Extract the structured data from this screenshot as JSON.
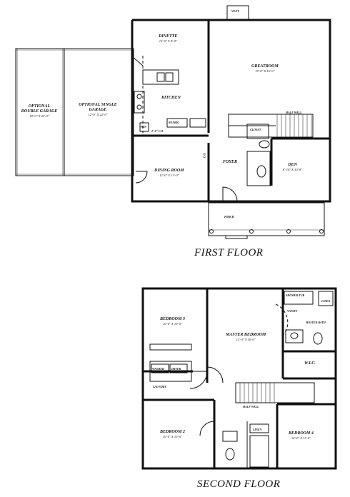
{
  "first_floor": {
    "title": "FIRST FLOOR",
    "rooms": {
      "dinette": {
        "name": "DINETTE",
        "dims": "12'-0\" X 9'-8\""
      },
      "greatroom": {
        "name": "GREATROOM",
        "dims": "19'-8\" X 16'-0\""
      },
      "kitchen": {
        "name": "KITCHEN"
      },
      "double_garage": {
        "name": "OPTIONAL DOUBLE GARAGE",
        "dims": "18'-0\" X 22'-0\""
      },
      "single_garage": {
        "name": "OPTIONAL SINGLE GARAGE",
        "dims": "12'-0\" X 22'-0\""
      },
      "dining": {
        "name": "DINING ROOM",
        "dims": "12'-0\" X 13'-0\""
      },
      "den": {
        "name": "DEN",
        "dims": "8'-10\" X 10'-8\""
      },
      "foyer": {
        "name": "FOYER"
      },
      "porch": {
        "name": "PORCH"
      }
    },
    "labels": {
      "vent": "VENT",
      "half_wall": "HALF WALL",
      "closet": "CLOSET",
      "refrig": "REFRIG",
      "pan": "PAN",
      "closet_cc": "2'-0\" C.O.",
      "coat_closet": "C.O."
    }
  },
  "second_floor": {
    "title": "SECOND FLOOR",
    "rooms": {
      "bedroom3": {
        "name": "BEDROOM 3",
        "dims": "10'-0\" X 10'-0\""
      },
      "master": {
        "name": "MASTER BEDROOM",
        "dims": "12'-0\" X 16'-0\""
      },
      "master_bath": {
        "name": "MASTER BATH"
      },
      "wic": {
        "name": "W.I.C."
      },
      "bedroom2": {
        "name": "BEDROOM 2",
        "dims": "10'-0\" X 10'-0\""
      },
      "bedroom4": {
        "name": "BEDROOM 4",
        "dims": "10'-0\" X 11'-0\""
      },
      "laundry": {
        "name": "LAUNDRY"
      }
    },
    "labels": {
      "linen": "LINEN",
      "linen2": "LINEN",
      "half_wall": "HALF WALL",
      "washer": "WASHER",
      "dryer": "DRYER",
      "shower": "SHOWER/TUB",
      "vanity": "VANITY"
    }
  }
}
